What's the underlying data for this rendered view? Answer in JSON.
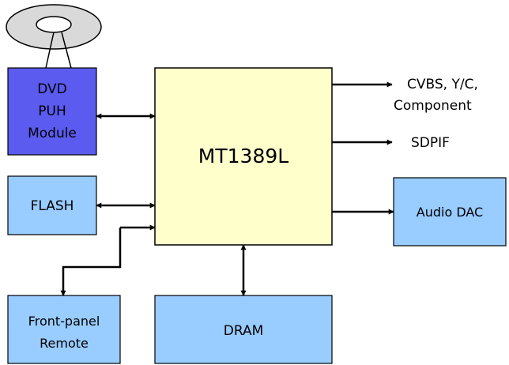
{
  "colors": {
    "pickup_block": "#5b5bf0",
    "peripheral_block": "#99ccff",
    "decoder_block": "#ffffcc",
    "disc": "#d9d9d9",
    "line": "#000000"
  },
  "disc": {
    "icon": "optical-disc-icon"
  },
  "blocks": {
    "pickup": {
      "line1": "DVD",
      "line2": "PUH",
      "line3": "Module"
    },
    "flash": {
      "label": "FLASH"
    },
    "front_panel": {
      "line1": "Front-panel",
      "line2": "Remote"
    },
    "decoder": {
      "label": "MT1389L"
    },
    "dram": {
      "label": "DRAM"
    },
    "audio_dac": {
      "label": "Audio DAC"
    }
  },
  "outputs": {
    "video_line1": "CVBS, Y/C,",
    "video_line2": "Component",
    "spdif": "SDPIF"
  }
}
